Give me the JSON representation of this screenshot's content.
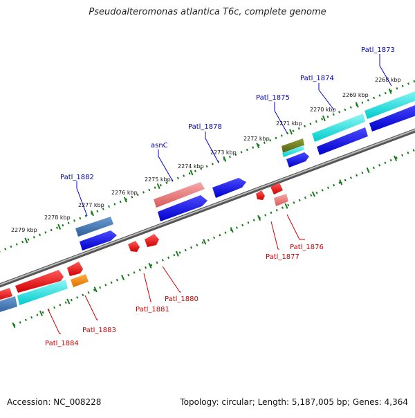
{
  "title": "Pseudoalteromonas atlantica T6c, complete genome",
  "footer": {
    "accession": "Accession: NC_008228",
    "summary": "Topology: circular; Length: 5,187,005 bp; Genes: 4,364"
  },
  "colors": {
    "forward_cds": "#0000ee",
    "forward_label": "#0000aa",
    "reverse_cds": "#ee0000",
    "reverse_label": "#cc0000",
    "pink_gene": "#ee7070",
    "steel_gene": "#3f79b8",
    "cyan_gene": "#00e5e5",
    "orange_gene": "#ff8c00",
    "olive_gene": "#6b7a1c",
    "backbone": "#777777",
    "ticks": "#1a7a1a"
  },
  "kbp_ticks": [
    "2268 kbp",
    "2269 kbp",
    "2270 kbp",
    "2271 kbp",
    "2272 kbp",
    "2273 kbp",
    "2274 kbp",
    "2275 kbp",
    "2276 kbp",
    "2277 kbp",
    "2278 kbp",
    "2279 kbp"
  ],
  "forward_labels": [
    "Patl_1873",
    "Patl_1874",
    "Patl_1875",
    "Patl_1878",
    "asnC",
    "Patl_1882"
  ],
  "reverse_labels": [
    "Patl_1876",
    "Patl_1877",
    "Patl_1880",
    "Patl_1881",
    "Patl_1883",
    "Patl_1884"
  ]
}
